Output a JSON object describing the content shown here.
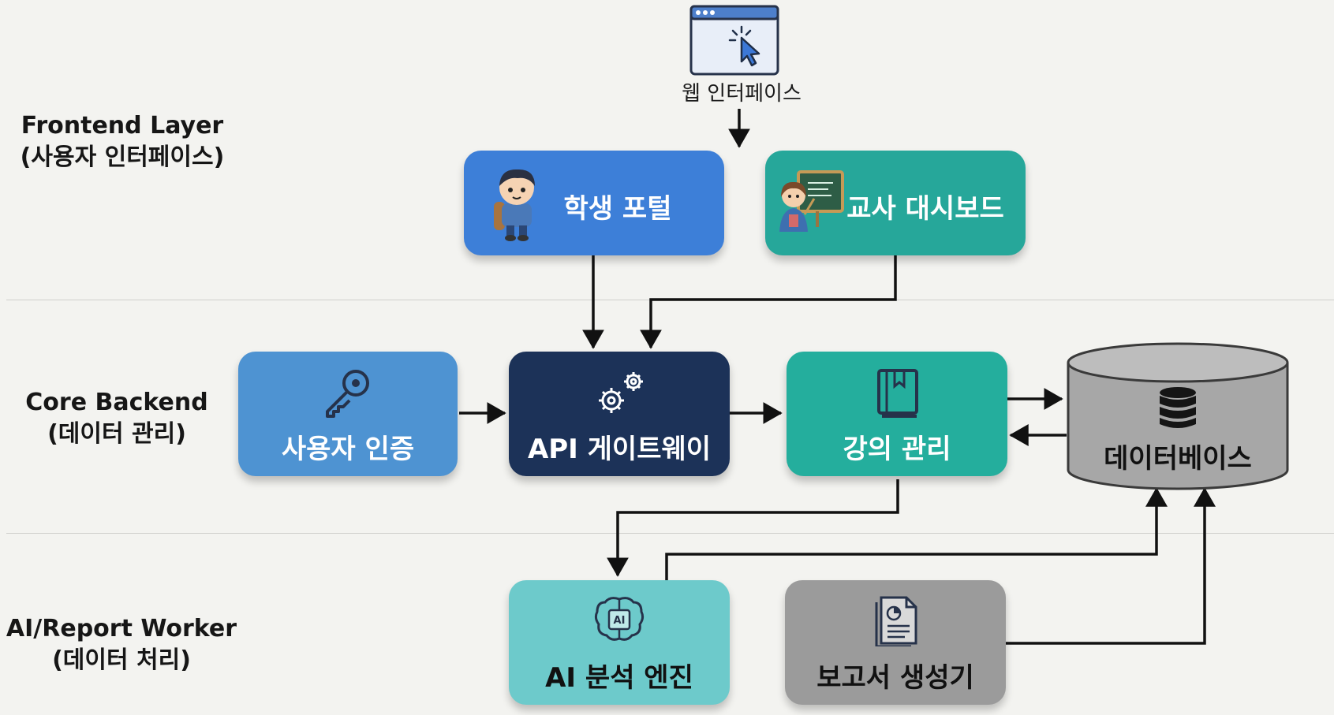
{
  "layers": [
    {
      "title": "Frontend Layer",
      "subtitle": "(사용자 인터페이스)"
    },
    {
      "title": "Core Backend",
      "subtitle": "(데이터 관리)"
    },
    {
      "title": "AI/Report Worker",
      "subtitle": "(데이터 처리)"
    }
  ],
  "web_interface": {
    "label": "웹 인터페이스",
    "icon": "browser-cursor-icon"
  },
  "nodes": {
    "student_portal": {
      "label": "학생 포털",
      "icon": "student-icon",
      "color": "#3d7fd8"
    },
    "teacher_dashboard": {
      "label": "교사 대시보드",
      "icon": "teacher-icon",
      "color": "#26a79a"
    },
    "user_auth": {
      "label": "사용자 인증",
      "icon": "key-icon",
      "color": "#4e93d2"
    },
    "api_gateway": {
      "label": "API 게이트웨이",
      "icon": "gears-icon",
      "color": "#1c3258"
    },
    "course_mgmt": {
      "label": "강의 관리",
      "icon": "book-icon",
      "color": "#24ae9d"
    },
    "database": {
      "label": "데이터베이스",
      "icon": "database-icon",
      "color": "#a7a7a7"
    },
    "ai_engine": {
      "label": "AI 분석 엔진",
      "icon": "brain-ai-icon",
      "color": "#6dcacb"
    },
    "report_generator": {
      "label": "보고서 생성기",
      "icon": "report-document-icon",
      "color": "#9b9b9b"
    }
  }
}
